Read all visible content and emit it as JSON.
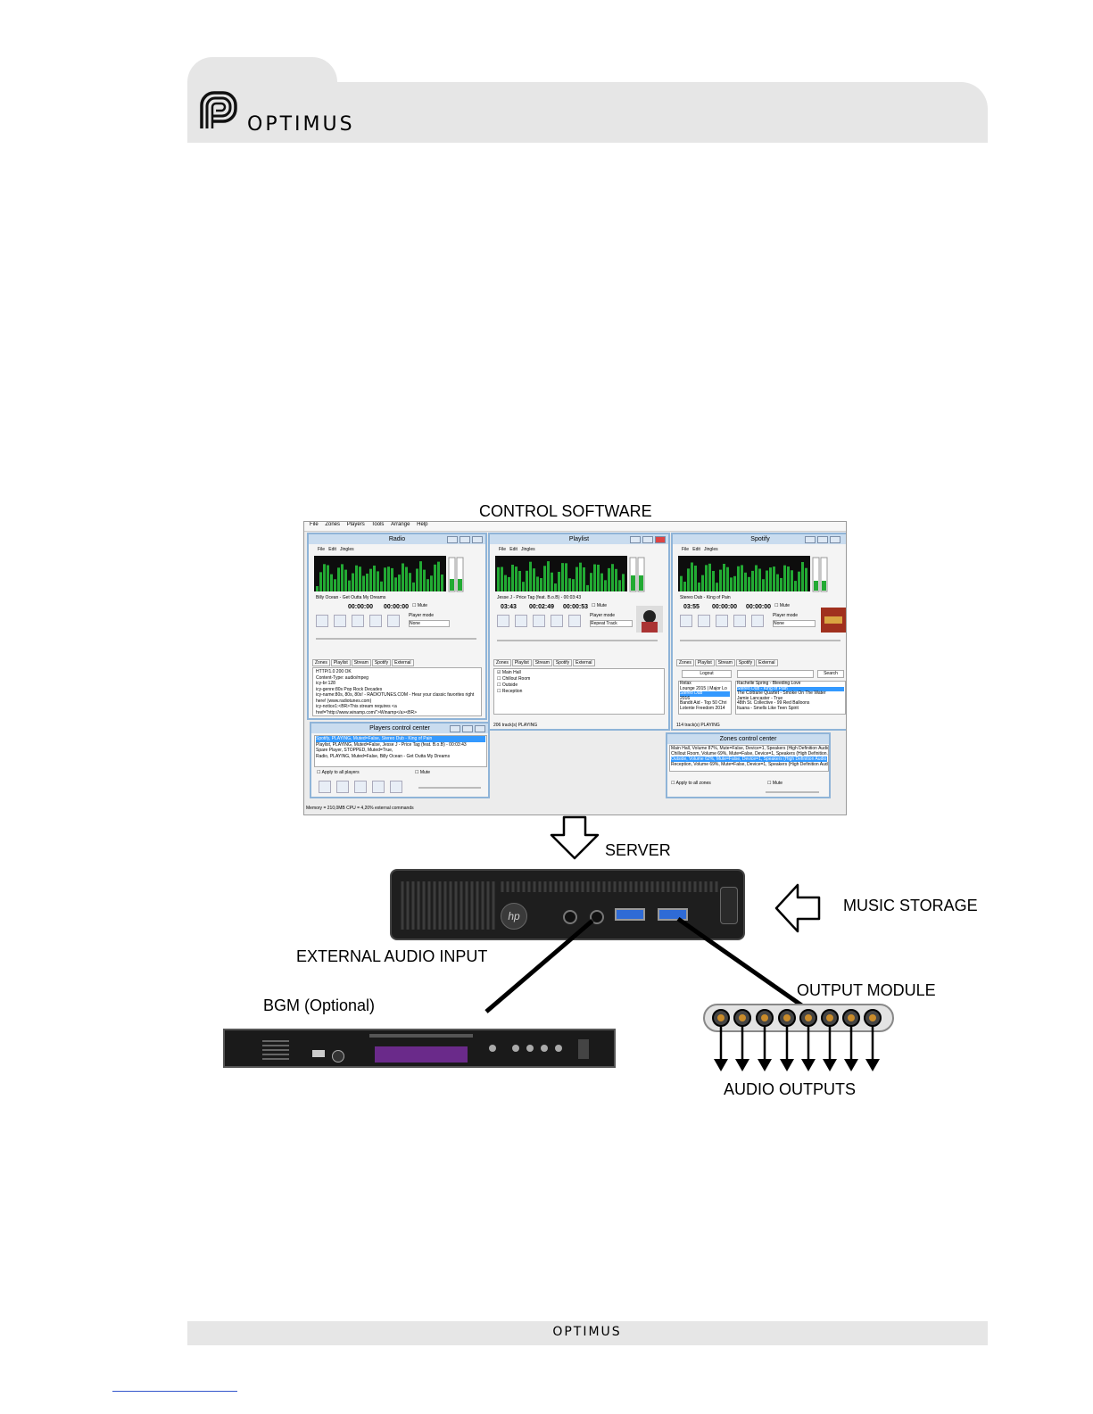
{
  "header": {
    "brand": "OPTIMUS"
  },
  "footer": {
    "brand": "OPTIMUS"
  },
  "diagram": {
    "control_software_label": "CONTROL SOFTWARE",
    "server_label": "SERVER",
    "music_storage_label": "MUSIC STORAGE",
    "external_audio_input_label": "EXTERNAL AUDIO INPUT",
    "bgm_label": "BGM (Optional)",
    "output_module_label": "OUTPUT MODULE",
    "audio_outputs_label": "AUDIO OUTPUTS"
  },
  "software": {
    "menu": [
      "File",
      "Zones",
      "Players",
      "Tools",
      "Arrange",
      "Help"
    ],
    "radio": {
      "title": "Radio",
      "menu": [
        "File",
        "Edit",
        "Jingles"
      ],
      "track": "Billy Ocean - Get Outta My Dreams",
      "time1": "00:00:00",
      "time2": "00:00:00",
      "mute": "Mute",
      "player_mode_label": "Player mode",
      "player_mode_value": "None",
      "tabs": [
        "Zones",
        "Playlist",
        "Stream",
        "Spotify",
        "External"
      ],
      "stream_info": [
        "HTTP/1.0 200 OK",
        "Content-Type: audio/mpeg",
        "icy-br:128",
        "icy-genre:80s Pop Rock Decades",
        "icy-name:80s, 80s, 80s! - RADIOTUNES.COM - Hear your classic favorites right",
        "here! (www.radiotunes.com)",
        "icy-notice1:<BR>This stream requires <a",
        "href=\"http://www.winamp.com/\">Winamp</a><BR>"
      ]
    },
    "playlist": {
      "title": "Playlist",
      "menu": [
        "File",
        "Edit",
        "Jingles"
      ],
      "track": "Jesse J - Price Tag (feat. B.o.B) - 00:03:43",
      "time0": "03:43",
      "time1": "00:02:49",
      "time2": "00:00:53",
      "mute": "Mute",
      "player_mode_label": "Player mode",
      "player_mode_value": "Repeat Track",
      "tabs": [
        "Zones",
        "Playlist",
        "Stream",
        "Spotify",
        "External"
      ],
      "zones": [
        "Main Hall",
        "Chillout Room",
        "Outside",
        "Reception"
      ],
      "status": "206 track(s)  PLAYING"
    },
    "spotify": {
      "title": "Spotify",
      "menu": [
        "File",
        "Edit",
        "Jingles"
      ],
      "track": "Stereo Dub - King of Pain",
      "time0": "03:55",
      "time1": "00:00:00",
      "time2": "00:00:00",
      "mute": "Mute",
      "player_mode_label": "Player mode",
      "player_mode_value": "None",
      "tabs": [
        "Zones",
        "Playlist",
        "Stream",
        "Spotify",
        "External"
      ],
      "logout": "Logout",
      "search": "Search",
      "playlists": [
        "Relax",
        "Lounge 2015 | Major Lo",
        "Stereo Dub",
        "2016",
        "Bandit Aid - Top 50 Chri",
        "Lotente Freedom 2014"
      ],
      "tracks": [
        "Rachelle Spring - Bleeding Love",
        "Stereo Dub - King of Pain",
        "The Coltrane Quartet - Smoke On The Water",
        "Jamie Lancaster - True",
        "48th St. Collective - 99 Red Balloons",
        "Ituana - Smells Like Teen Spirit"
      ],
      "status": "114 track(s)  PLAYING"
    },
    "players_center": {
      "title": "Players control center",
      "rows": [
        "Spotify, PLAYING, Muted=False, Stereo Dub - King of Pain",
        "Playlist, PLAYING, Muted=False, Jesse J - Price Tag (feat. B.o.B) - 00:03:43",
        "Spare Player, STOPPED, Muted=True,",
        "Radio, PLAYING, Muted=False, Billy Ocean - Get Outta My Dreams"
      ],
      "apply_all": "Apply to all players",
      "mute": "Mute"
    },
    "zones_center": {
      "title": "Zones control center",
      "rows": [
        "Main Hall, Volume 87%, Mute=False, Device=1, Speakers (High Definition Audio De",
        "Chillout Room, Volume 69%, Mute=False, Device=1, Speakers (High Definition Audi",
        "Outside, Volume 62%, Mute=False, Device=1, Speakers (High Definition Audio Devi",
        "Reception, Volume 69%, Mute=False, Device=1, Speakers (High Definition Audio D"
      ],
      "apply_all": "Apply to all zones",
      "mute": "Mute"
    },
    "statusbar": "Memory = 210,0MB CPU = 4,20%  external commands"
  },
  "colors": {
    "header_bg": "#e6e6e6",
    "window_border": "#8fb4d8",
    "spectrum_bar": "#22aa33",
    "selection": "#3399ff"
  }
}
